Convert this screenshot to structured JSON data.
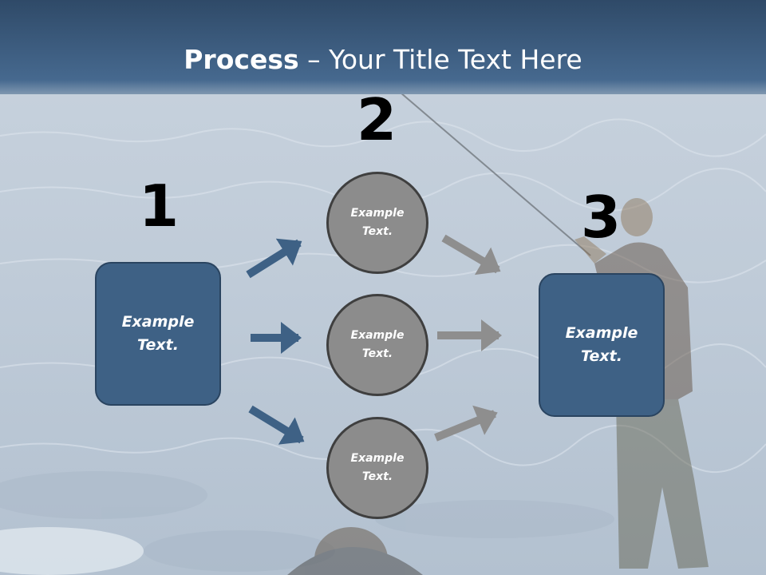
{
  "title": {
    "bold": "Process",
    "rest": " – Your Title Text Here"
  },
  "steps": [
    {
      "number": "1",
      "text": [
        "Example",
        "Text."
      ]
    },
    {
      "number": "2",
      "items": [
        {
          "text": [
            "Example",
            "Text."
          ]
        },
        {
          "text": [
            "Example",
            "Text."
          ]
        },
        {
          "text": [
            "Example",
            "Text."
          ]
        }
      ]
    },
    {
      "number": "3",
      "text": [
        "Example",
        "Text."
      ]
    }
  ],
  "colors": {
    "box_fill": "#3e6185",
    "circle_fill": "#8c8c8c",
    "arrow_blue": "#3e6185",
    "arrow_gray": "#8e8e8e",
    "title_bar": "#3b5b80"
  }
}
